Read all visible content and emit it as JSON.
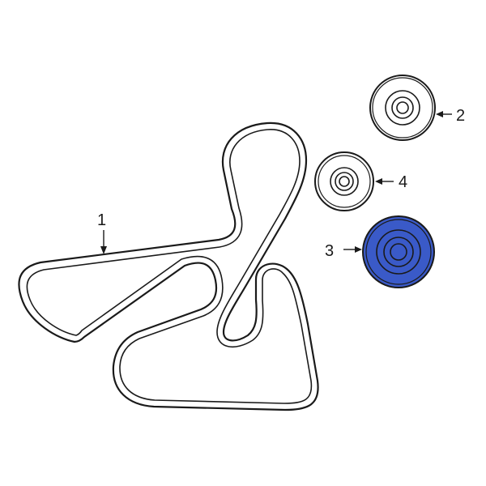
{
  "diagram": {
    "callouts": [
      {
        "number": "1",
        "part": "serpentine-belt"
      },
      {
        "number": "2",
        "part": "pulley-large"
      },
      {
        "number": "3",
        "part": "pulley-highlighted"
      },
      {
        "number": "4",
        "part": "pulley-small"
      }
    ],
    "colors": {
      "line": "#1a1a1a",
      "highlight_fill": "#3a5ac8",
      "background": "#ffffff"
    }
  }
}
